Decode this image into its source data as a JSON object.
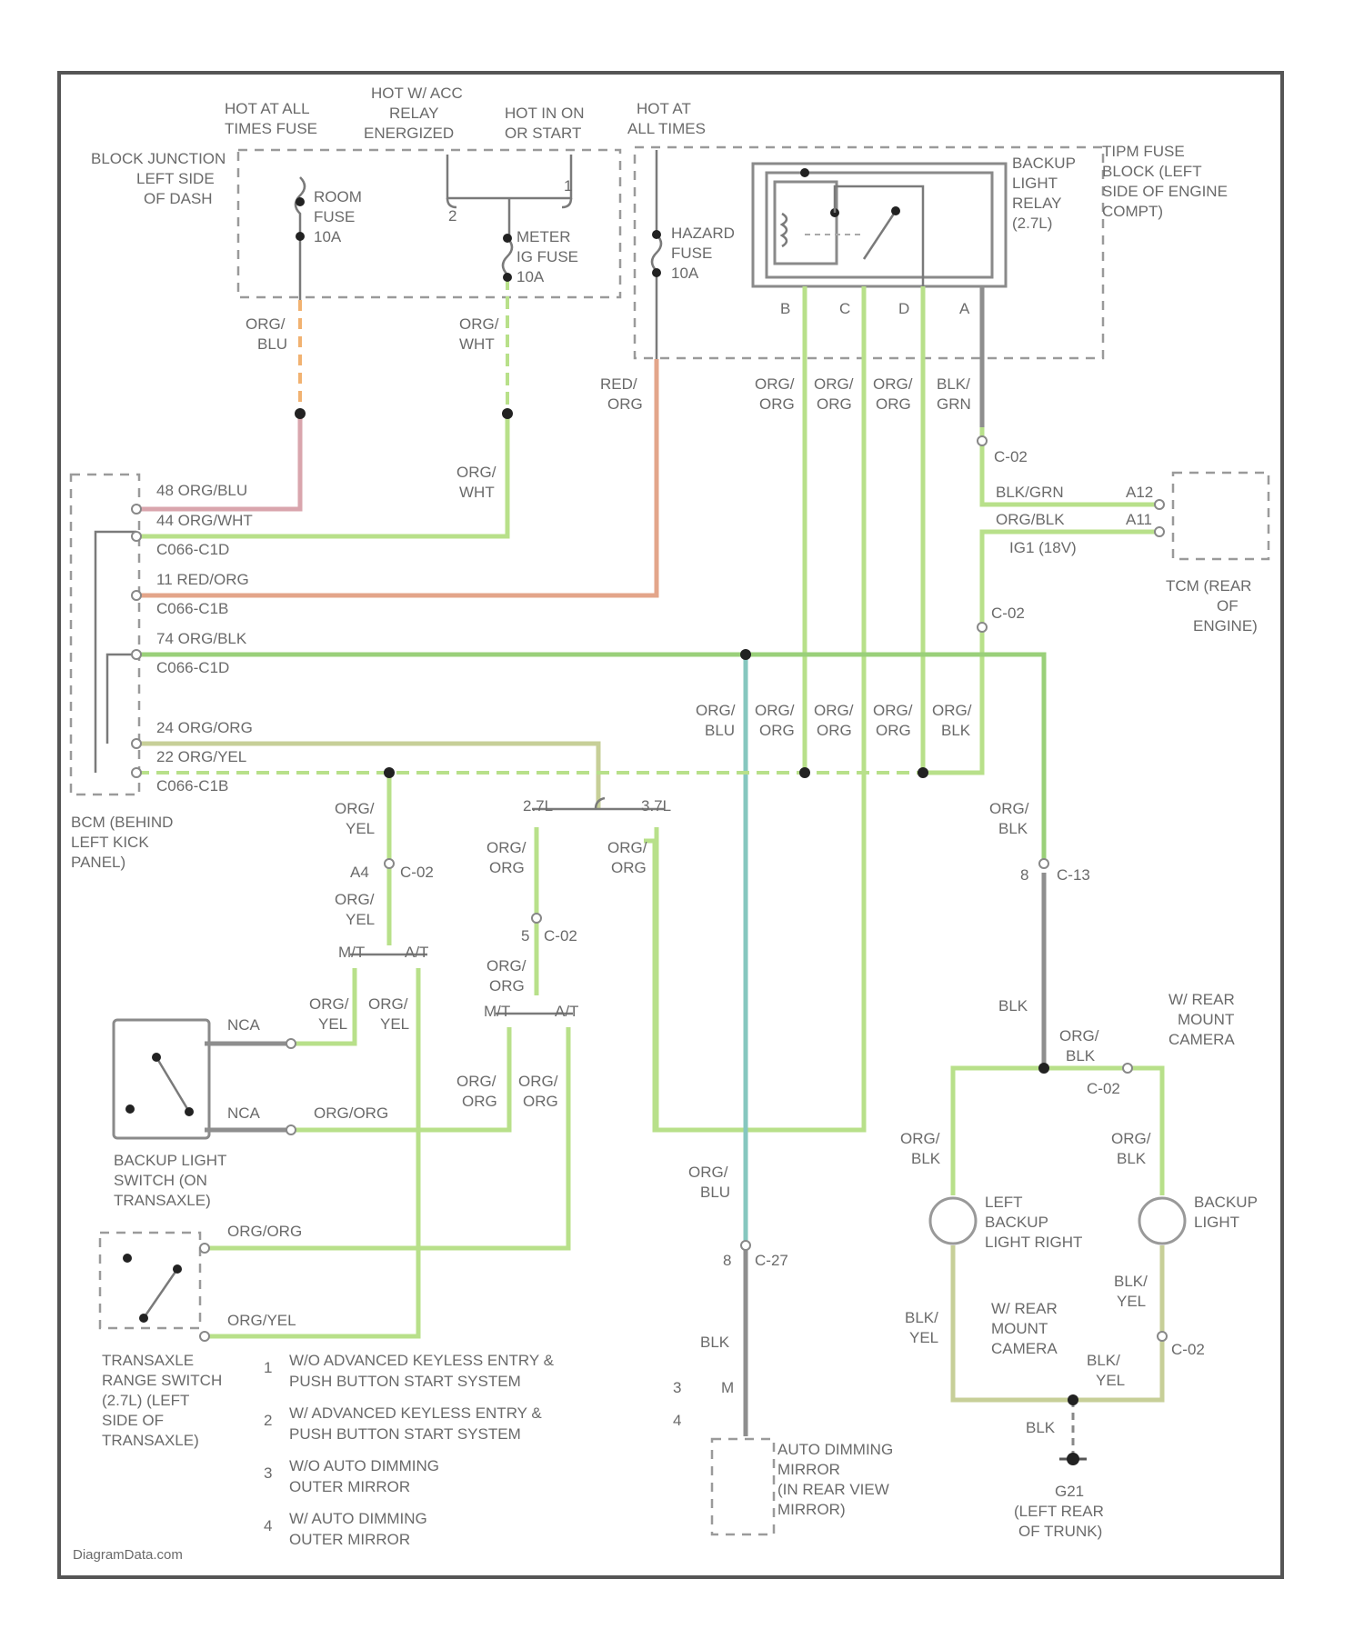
{
  "labels": {
    "hot_all_fuse": [
      "HOT AT ALL",
      "TIMES FUSE"
    ],
    "hot_relay": [
      "HOT W/ ACC",
      "RELAY",
      "ENERGIZED"
    ],
    "hot_run": [
      "HOT IN ON",
      "OR START"
    ],
    "hot_all": [
      "HOT AT",
      "ALL TIMES"
    ],
    "jb": [
      "BLOCK JUNCTION",
      "LEFT SIDE",
      "OF DASH"
    ],
    "room_fuse": [
      "ROOM",
      "FUSE",
      "10A"
    ],
    "meter_fuse": [
      "METER",
      "IG FUSE",
      "10A"
    ],
    "hazard_fuse": [
      "HAZARD",
      "FUSE",
      "10A"
    ],
    "relay": [
      "BACKUP",
      "LIGHT",
      "RELAY",
      "(2.7L)"
    ],
    "tipm": [
      "TIPM FUSE",
      "BLOCK (LEFT",
      "SIDE OF ENGINE",
      "COMPT)"
    ],
    "bcm": [
      "BCM (BEHIND",
      "LEFT KICK",
      "PANEL)"
    ],
    "tcm": [
      "TCM (REAR",
      "OF",
      "ENGINE)"
    ],
    "bls": [
      "BACKUP LIGHT",
      "SWITCH (ON",
      "TRANSAXLE)"
    ],
    "trs": [
      "TRANSAXLE",
      "RANGE SWITCH",
      "(2.7L) (LEFT",
      "SIDE OF",
      "TRANSAXLE)"
    ],
    "camera_top": [
      "W/ REAR",
      "MOUNT",
      "CAMERA"
    ],
    "camera_bot": [
      "W/ REAR",
      "MOUNT",
      "CAMERA"
    ],
    "left_lamp": [
      "LEFT",
      "BACKUP",
      "LIGHT RIGHT"
    ],
    "right_lamp": [
      "BACKUP",
      "LIGHT"
    ],
    "mirror": [
      "AUTO DIMMING",
      "MIRROR",
      "(IN REAR VIEW",
      "MIRROR)"
    ],
    "ground": [
      "G21",
      "(LEFT REAR",
      "OF TRUNK)"
    ],
    "credit": "DiagramData.com"
  },
  "wires": {
    "org_blu": [
      "ORG/",
      "BLU"
    ],
    "org_wht_1": [
      "ORG/",
      "WHT"
    ],
    "org_wht_2": [
      "ORG/",
      "WHT"
    ],
    "red_org": [
      "RED/",
      "ORG"
    ],
    "org_org_1": [
      "ORG/",
      "ORG"
    ],
    "org_org_2": [
      "ORG/",
      "ORG"
    ],
    "org_org_3": [
      "ORG/",
      "ORG"
    ],
    "blk_grn": [
      "BLK/",
      "GRN"
    ],
    "row_org_blu": [
      "ORG/",
      "BLU"
    ],
    "row_org_1": [
      "ORG/",
      "ORG"
    ],
    "row_org_2": [
      "ORG/",
      "ORG"
    ],
    "row_org_3": [
      "ORG/",
      "ORG"
    ],
    "row_org_blk": [
      "ORG/",
      "BLK"
    ],
    "org_yel_1": [
      "ORG/",
      "YEL"
    ],
    "org_yel_2": [
      "ORG/",
      "YEL"
    ],
    "org_org_27a": [
      "ORG/",
      "ORG"
    ],
    "org_org_27b": [
      "ORG/",
      "ORG"
    ],
    "org_org_c2": [
      "ORG/",
      "ORG"
    ],
    "org_yel_mt": [
      "ORG/",
      "YEL"
    ],
    "org_yel_at": [
      "ORG/",
      "YEL"
    ],
    "org_org_mt": [
      "ORG/",
      "ORG"
    ],
    "org_org_at": [
      "ORG/",
      "ORG"
    ],
    "org_blk_r": [
      "ORG/",
      "BLK"
    ],
    "blk_1": "BLK",
    "org_blk_c": [
      "ORG/",
      "BLK"
    ],
    "org_blk_l": [
      "ORG/",
      "BLK"
    ],
    "org_blk_rr": [
      "ORG/",
      "BLK"
    ],
    "org_blu_m": [
      "ORG/",
      "BLU"
    ],
    "blk_yel_l": [
      "BLK/",
      "YEL"
    ],
    "blk_yel_r": [
      "BLK/",
      "YEL"
    ],
    "blk_yel_c": [
      "BLK/",
      "YEL"
    ],
    "blk_m": "BLK",
    "blk_g": "BLK"
  },
  "pins": {
    "bcm_48": "48  ORG/BLU",
    "bcm_44": "44  ORG/WHT",
    "bcm_c1": "C066-C1D",
    "bcm_11": "11  RED/ORG",
    "bcm_c2": "C066-C1B",
    "bcm_74": "74  ORG/BLK",
    "bcm_c3": "C066-C1D",
    "bcm_24": "24  ORG/ORG",
    "bcm_22": "22  ORG/YEL",
    "bcm_c4": "C066-C1B",
    "tcm_a": "BLK/GRN",
    "tcm_b": "ORG/BLK",
    "tcm_ign": "IG1 (18V)",
    "tcm_p1": "A12",
    "tcm_p2": "A11",
    "relay_pins": [
      "B",
      "C",
      "D",
      "A"
    ],
    "relay_b1": "2",
    "relay_b2": "1",
    "c02a": "C-02",
    "c02b": "C-02",
    "c02c": "C-02",
    "c02d": "C-02",
    "c02e": "C-02",
    "c02f": "C-02",
    "c13": "C-13",
    "c27": "C-27",
    "a4": "A4",
    "c02_3": "3",
    "c02_5": "5",
    "c13_b": "8",
    "c27_b": "8",
    "l_27": "2.7L",
    "l_37": "3.7L",
    "mt1": "M/T",
    "at1": "A/T",
    "mt2": "M/T",
    "at2": "A/T",
    "nca1": "NCA",
    "nca2": "NCA",
    "bls_org": "ORG/ORG",
    "trs_org": "ORG/ORG",
    "trs_yel": "ORG/YEL",
    "m3": "3",
    "m4": "4",
    "mm": "M"
  },
  "notes": [
    {
      "num": "1",
      "lines": [
        "W/O ADVANCED KEYLESS ENTRY &",
        "PUSH BUTTON START SYSTEM"
      ]
    },
    {
      "num": "2",
      "lines": [
        "W/ ADVANCED KEYLESS ENTRY &",
        "PUSH BUTTON START SYSTEM"
      ]
    },
    {
      "num": "3",
      "lines": [
        "W/O AUTO DIMMING",
        "OUTER MIRROR"
      ]
    },
    {
      "num": "4",
      "lines": [
        "W/ AUTO DIMMING",
        "OUTER MIRROR"
      ]
    }
  ],
  "colors": {
    "green": "#b8e08a",
    "green_dark": "#9ad07a",
    "teal": "#86c7bf",
    "gray": "#8e8e8e",
    "red_orange": "#e3a58a",
    "olive": "#c7cf98"
  }
}
